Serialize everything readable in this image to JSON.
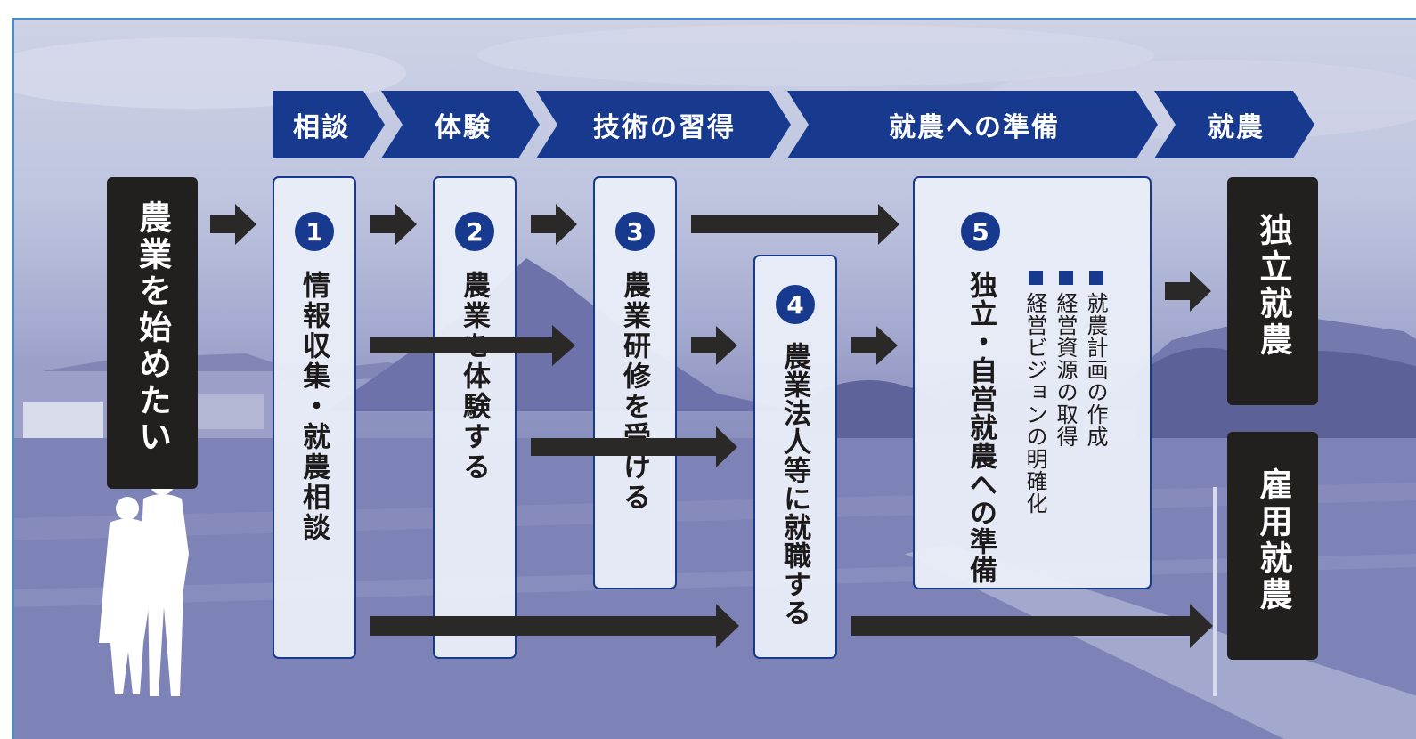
{
  "stages": [
    "相談",
    "体験",
    "技術の習得",
    "就農への準備",
    "就農"
  ],
  "start_label": "農業を始めたい",
  "steps": [
    {
      "number": "1",
      "label": "情報収集・就農相談"
    },
    {
      "number": "2",
      "label": "農業を体験する"
    },
    {
      "number": "3",
      "label": "農業研修を受ける"
    },
    {
      "number": "4",
      "label": "農業法人等に就職する"
    },
    {
      "number": "5",
      "label": "独立・自営就農への準備"
    }
  ],
  "prep_items": [
    "就農計画の作成",
    "経営資源の取得",
    "経営ビジョンの明確化"
  ],
  "outcomes": [
    "独立就農",
    "雇用就農"
  ],
  "colors": {
    "stage_blue": "#173a8e",
    "card_bg": "#e9edf8",
    "dark": "#221f1f",
    "arrow": "#2b2828"
  }
}
